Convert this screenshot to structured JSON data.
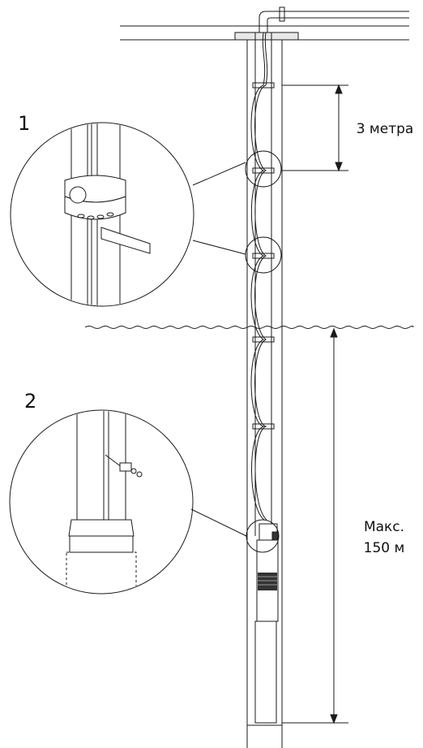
{
  "callouts": {
    "detail_1": "1",
    "detail_2": "2"
  },
  "dimensions": {
    "clamp_spacing": "3 метра",
    "max_depth_line1": "Макс.",
    "max_depth_line2": "150 м"
  },
  "colors": {
    "stroke": "#1a1a1a",
    "background": "#ffffff",
    "fill_dark": "#333333"
  }
}
